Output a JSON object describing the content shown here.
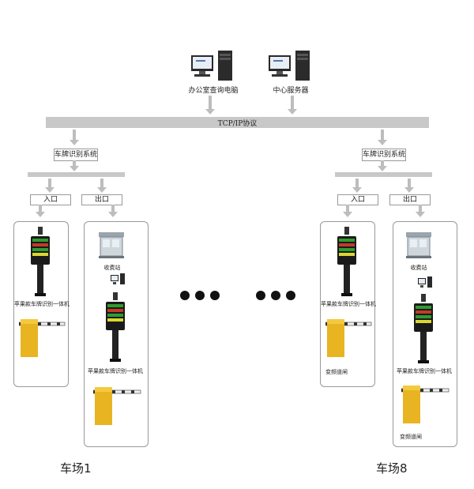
{
  "computers": {
    "office_pc_label": "办公室查询电脑",
    "server_label": "中心服务器"
  },
  "bus_label": "TCP/IP协议",
  "lots": [
    {
      "recognition_system": "车牌识别系统",
      "entrance": "入口",
      "exit": "出口",
      "entrance_device": "苹果款车牌识别一体机",
      "toll_booth": "收费站",
      "exit_device": "苹果款车牌识别一体机",
      "name": "车场1"
    },
    {
      "recognition_system": "车牌识别系统",
      "entrance": "入口",
      "exit": "出口",
      "entrance_device": "苹果款车牌识别一体机",
      "entrance_gate": "变频道闸",
      "toll_booth": "收费站",
      "exit_device": "苹果款车牌识别一体机",
      "exit_gate": "变频道闸",
      "name": "车场8"
    }
  ]
}
